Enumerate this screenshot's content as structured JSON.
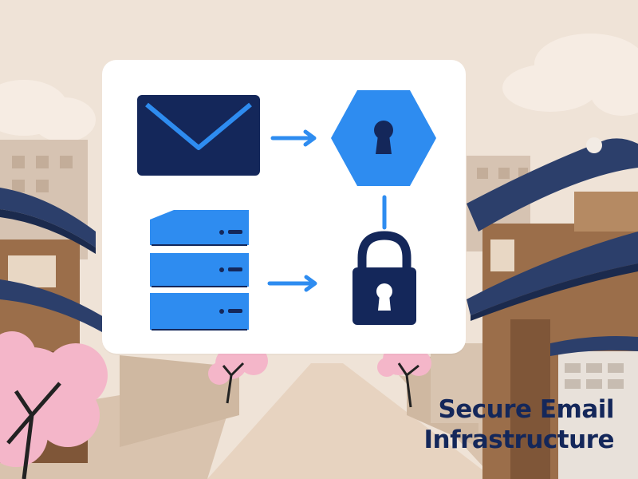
{
  "title": {
    "line1": "Secure Email",
    "line2": "Infrastructure"
  },
  "diagram": {
    "nodes": [
      {
        "id": "email",
        "icon": "envelope-icon"
      },
      {
        "id": "shield",
        "icon": "hexagon-keyhole-icon"
      },
      {
        "id": "servers",
        "icon": "server-stack-icon"
      },
      {
        "id": "lock",
        "icon": "padlock-icon"
      }
    ],
    "edges": [
      {
        "from": "email",
        "to": "shield"
      },
      {
        "from": "shield",
        "to": "lock"
      },
      {
        "from": "servers",
        "to": "lock"
      }
    ]
  },
  "colors": {
    "navy": "#14275a",
    "blue": "#2e8cf0",
    "card": "#ffffff",
    "sky": "#efe3d7"
  }
}
